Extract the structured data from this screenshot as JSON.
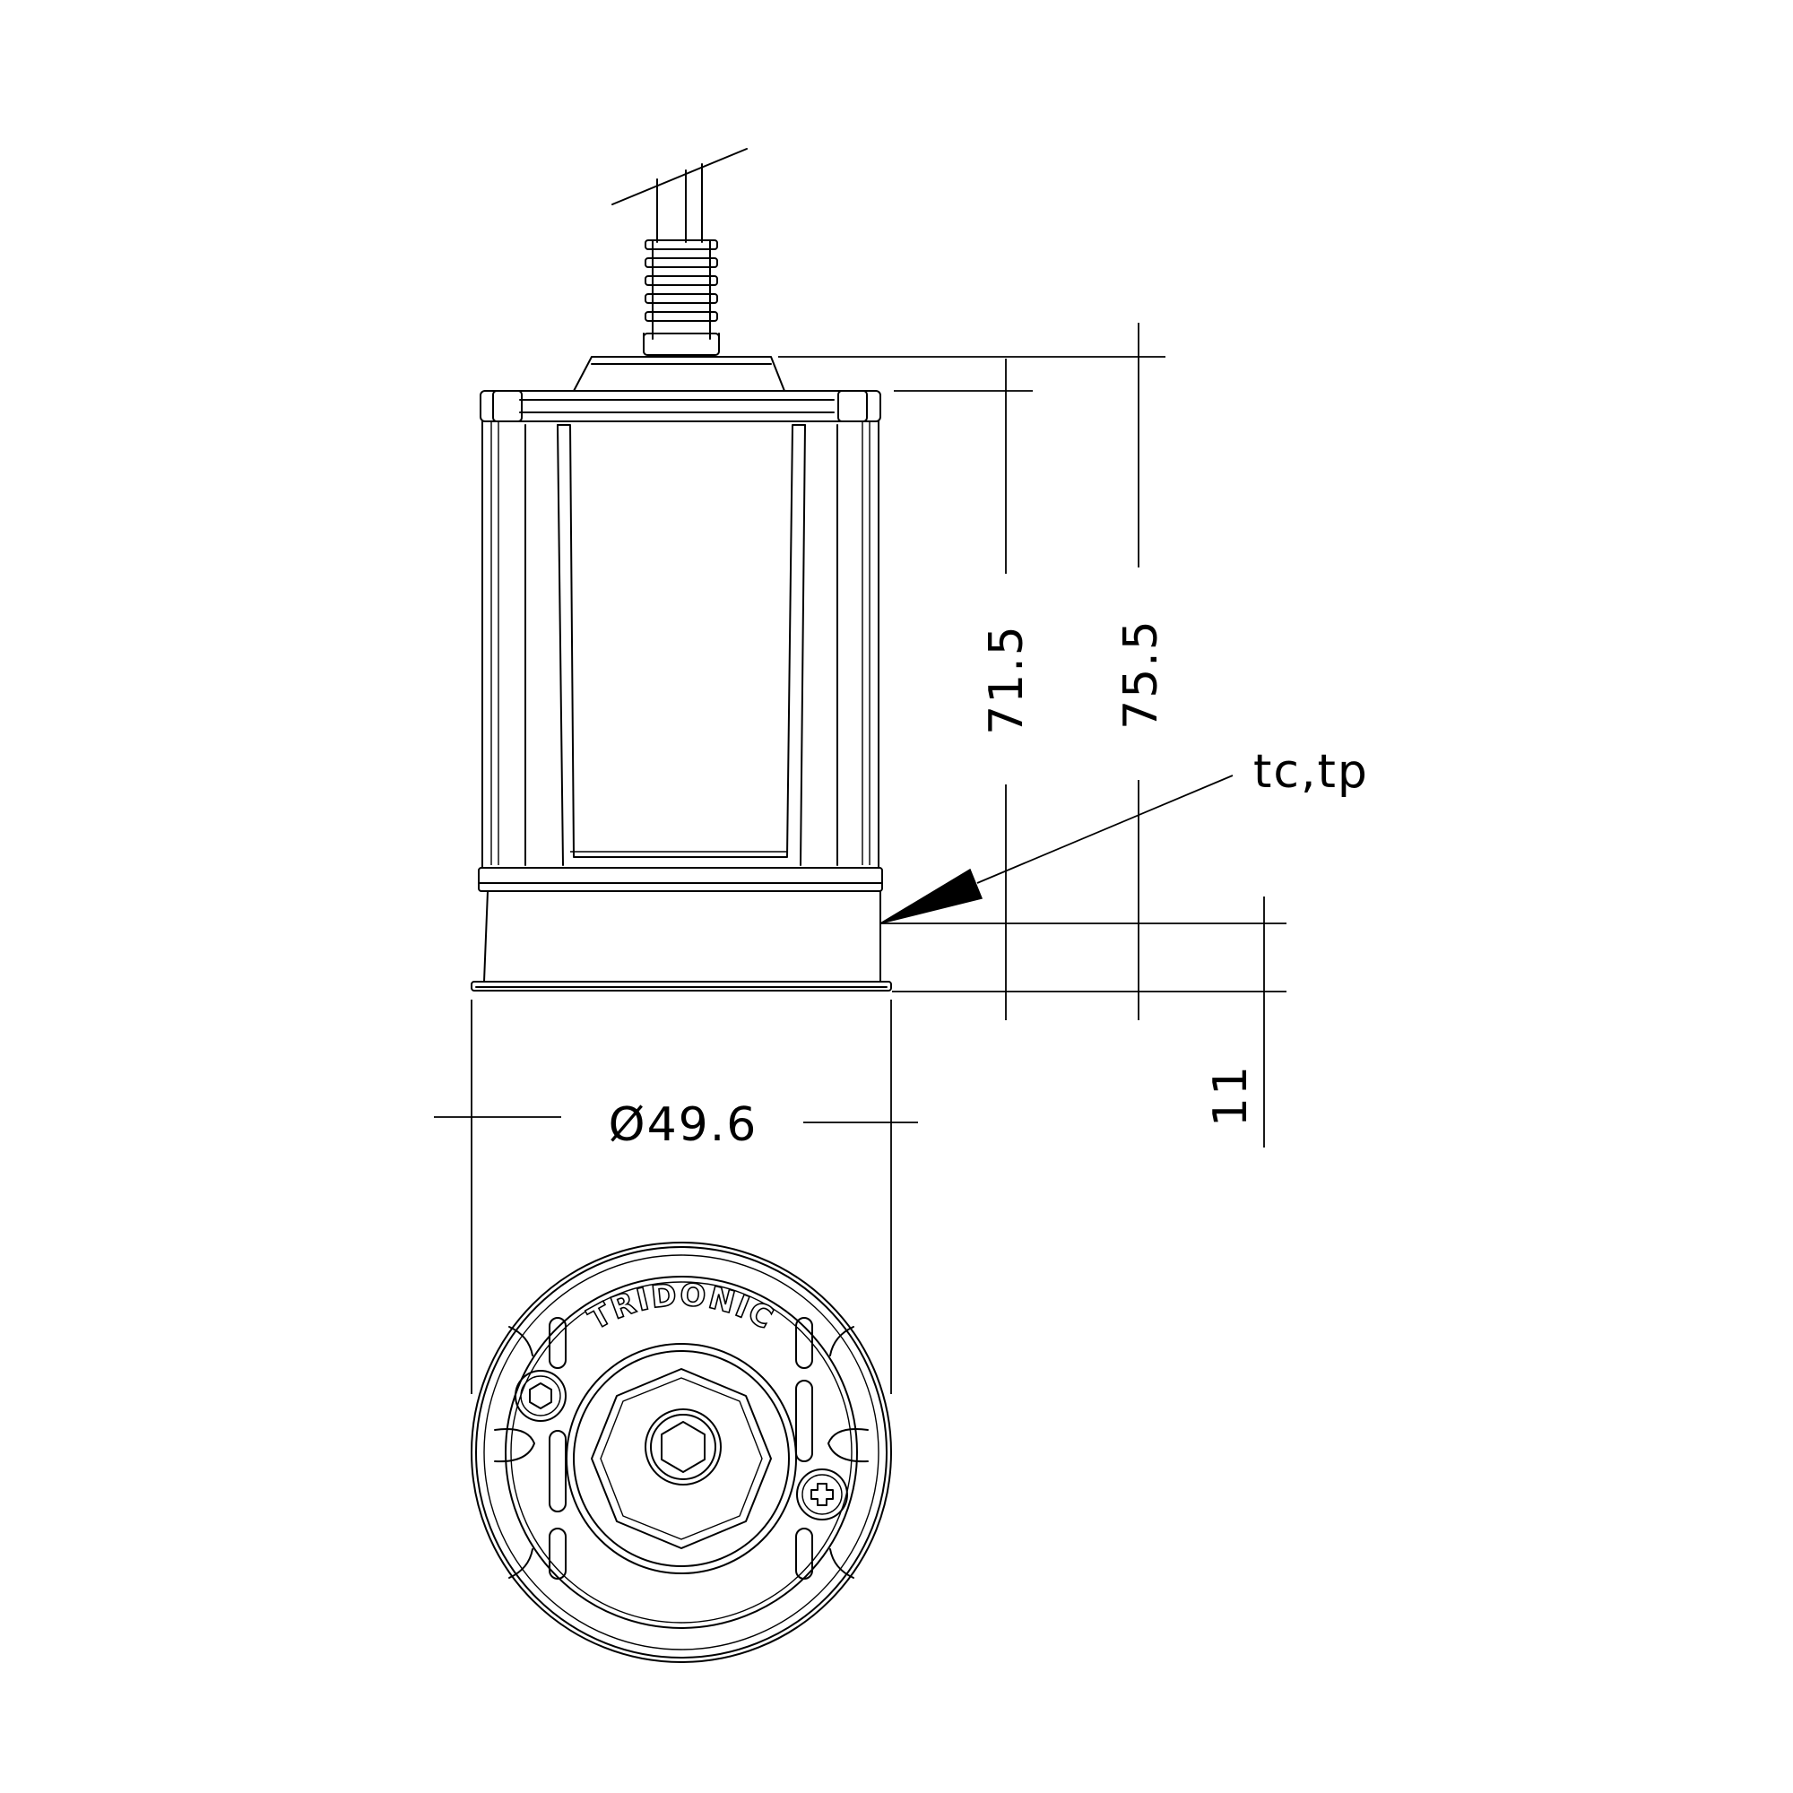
{
  "dimensions": {
    "height_a": "71.5",
    "height_b": "75.5",
    "flange_height": "11",
    "diameter": "Ø49.6",
    "measure_point": "tc,tp"
  },
  "brand": {
    "name": "TRIDONIC"
  },
  "colors": {
    "line": "#000000",
    "background": "#ffffff"
  }
}
